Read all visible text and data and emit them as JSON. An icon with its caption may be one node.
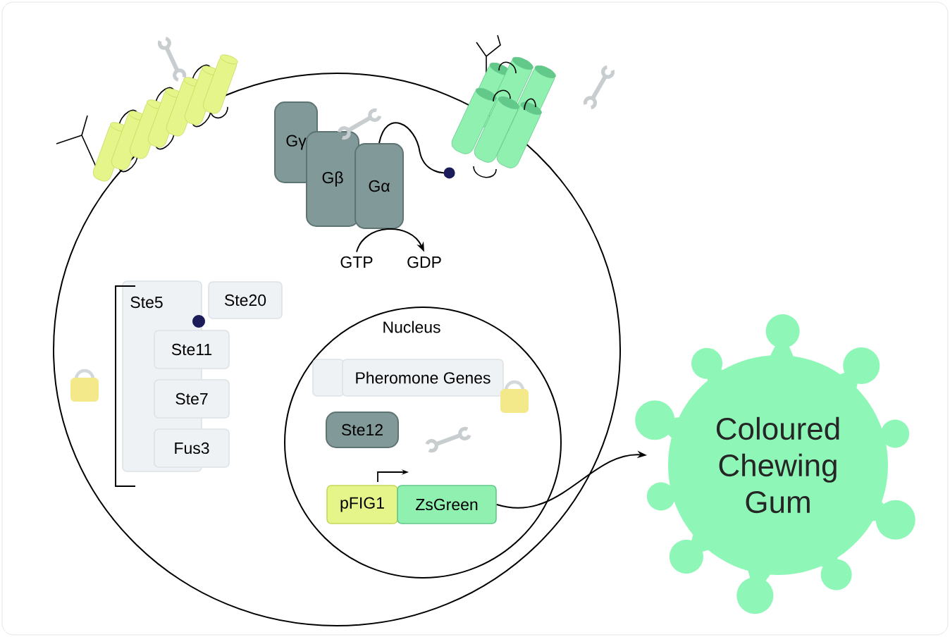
{
  "diagram": {
    "nodes": [
      {
        "text": [],
        "shape": "circle"
      },
      {
        "text": [],
        "shape": "picture"
      },
      {
        "text": [
          "Gγ"
        ],
        "in": 0
      },
      {
        "text": [
          "Gβ"
        ],
        "in": 0
      },
      {
        "text": [
          "Gα"
        ],
        "in": 0
      },
      {
        "text": [],
        "shape": "picture"
      },
      {
        "text": [
          "GTP"
        ],
        "in": 0
      },
      {
        "text": [
          "GDP"
        ],
        "in": 0
      },
      {
        "text": [
          "Ste5"
        ],
        "in": 0
      },
      {
        "text": [
          "Ste20"
        ],
        "in": 0
      },
      {
        "text": [
          "Ste11"
        ],
        "in": 0
      },
      {
        "text": [
          "Ste7"
        ],
        "in": 0
      },
      {
        "text": [
          "Fus3"
        ],
        "in": 0
      },
      {
        "text": [
          "Nucleus"
        ],
        "in": 0
      },
      {
        "text": [],
        "shape": "box",
        "in": 13
      },
      {
        "text": [
          "Pheromone Genes"
        ],
        "in": 13
      },
      {
        "text": [
          "Ste12"
        ],
        "in": 13
      },
      {
        "text": [
          "pFIG1"
        ],
        "in": 13
      },
      {
        "text": [
          "ZsGreen"
        ],
        "in": 13
      },
      {
        "text": [
          "Coloured Chewing Gum"
        ]
      }
    ],
    "edges": [
      {
        "from": 4,
        "to": 5,
        "arrow": "other"
      },
      {
        "from": 6,
        "to": 7,
        "arrow": "to"
      },
      {
        "from": 18,
        "to": 19,
        "arrow": "to"
      }
    ]
  }
}
